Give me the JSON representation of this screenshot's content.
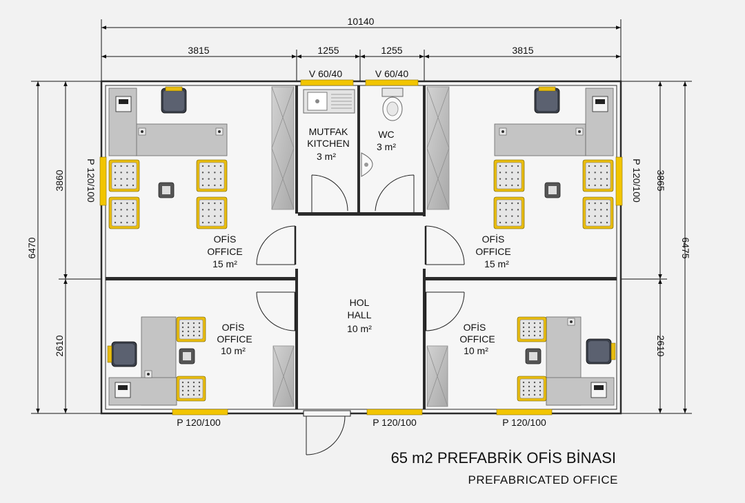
{
  "dimensions": {
    "total_width": "10140",
    "left_office_width": "3815",
    "kitchen_width": "1255",
    "wc_width": "1255",
    "right_office_width": "3815",
    "left_total_height": "6470",
    "left_upper_height": "3860",
    "left_lower_height": "2610",
    "right_total_height": "6475",
    "right_upper_height": "3865",
    "right_lower_height": "2610"
  },
  "windows": {
    "kitchen": "V 60/40",
    "wc": "V 60/40",
    "left": "P 120/100",
    "right": "P 120/100",
    "bottom_left": "P 120/100",
    "bottom_center": "P 120/100",
    "bottom_right": "P 120/100"
  },
  "rooms": {
    "kitchen": {
      "name_tr": "MUTFAK",
      "name_en": "KITCHEN",
      "area": "3 m²"
    },
    "wc": {
      "name": "WC",
      "area": "3 m²"
    },
    "office_tl": {
      "name_tr": "OFİS",
      "name_en": "OFFICE",
      "area": "15 m²"
    },
    "office_tr": {
      "name_tr": "OFİS",
      "name_en": "OFFICE",
      "area": "15 m²"
    },
    "office_bl": {
      "name_tr": "OFİS",
      "name_en": "OFFICE",
      "area": "10 m²"
    },
    "office_br": {
      "name_tr": "OFİS",
      "name_en": "OFFICE",
      "area": "10 m²"
    },
    "hall": {
      "name_tr": "HOL",
      "name_en": "HALL",
      "area": "10 m²"
    }
  },
  "title": {
    "main": "65 m2 PREFABRİK OFİS BİNASI",
    "sub": "PREFABRICATED OFFICE"
  },
  "colors": {
    "background": "#f2f2f2",
    "wall": "#2b2b2b",
    "window": "#f2c500",
    "furniture": "#bdbdbd",
    "chair_frame": "#e8bc10"
  }
}
